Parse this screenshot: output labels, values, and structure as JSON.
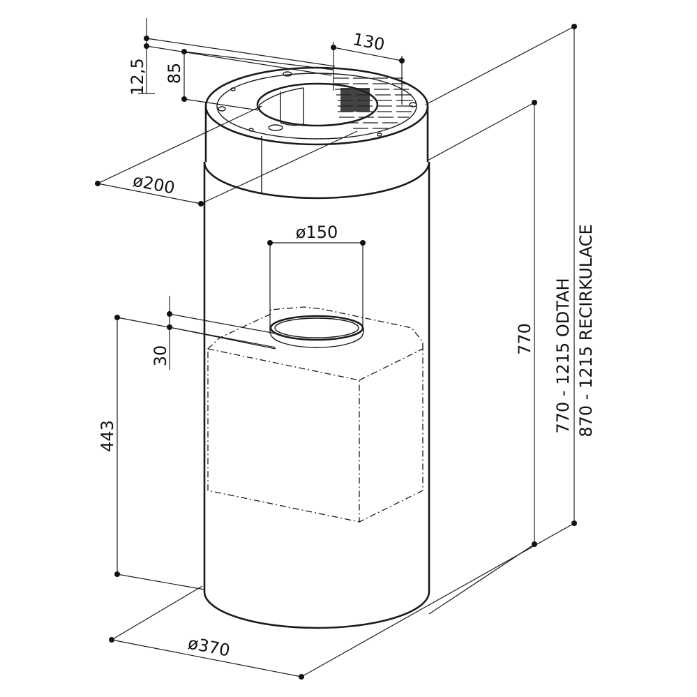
{
  "dimensions": {
    "top_offset": "12,5",
    "inner_height": "85",
    "outlet_width": "130",
    "top_diameter": "ø200",
    "duct_diameter": "ø150",
    "collar_height": "30",
    "body_height": "443",
    "overall_height": "770",
    "base_diameter": "ø370",
    "range_exhaust": "770 - 1215 ODTAH",
    "range_recirculation": "870 - 1215 RECIRKULACE"
  }
}
